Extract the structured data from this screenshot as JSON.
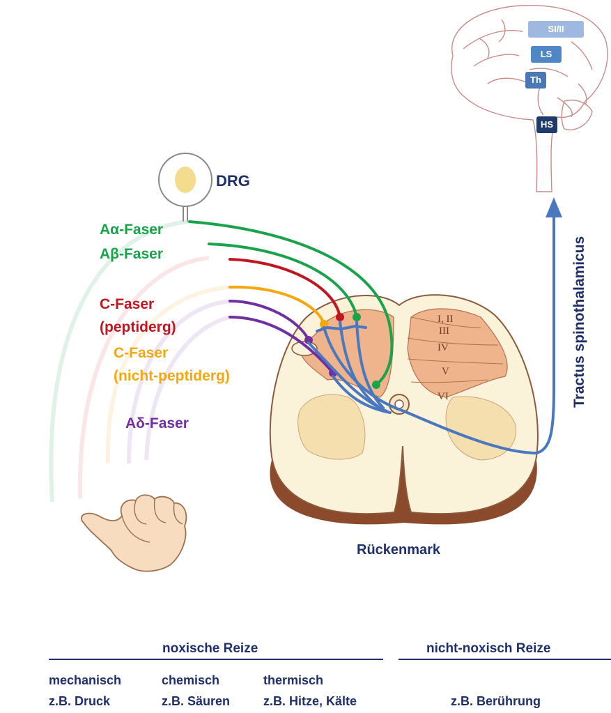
{
  "diagram": {
    "drg_label": "DRG",
    "spinal_cord_label": "Rückenmark",
    "tract_label": "Tractus spinothalamicus",
    "laminae": [
      "I, II",
      "III",
      "IV",
      "V",
      "VI"
    ],
    "brain_boxes": [
      {
        "label": "SI/II",
        "color": "#9fb8df"
      },
      {
        "label": "LS",
        "color": "#4f86c6"
      },
      {
        "label": "Th",
        "color": "#4a78b5"
      },
      {
        "label": "HS",
        "color": "#1f3b6b"
      }
    ],
    "fibers": [
      {
        "label": "Aα-Faser",
        "color": "#1aa34a"
      },
      {
        "label": "Aβ-Faser",
        "color": "#1aa34a"
      },
      {
        "label_line1": "C-Faser",
        "label_line2": "(peptiderg)",
        "color": "#c0161f"
      },
      {
        "label_line1": "C-Faser",
        "label_line2": "(nicht-peptiderg)",
        "color": "#f5a70f"
      },
      {
        "label": "Aδ-Faser",
        "color": "#7030a0"
      }
    ],
    "tract_color": "#4a78c0"
  },
  "stimuli": {
    "noxious_header": "noxische Reize",
    "nonnoxious_header": "nicht-noxisch Reize",
    "columns": [
      {
        "type": "mechanisch",
        "example": "z.B. Druck"
      },
      {
        "type": "chemisch",
        "example": "z.B. Säuren"
      },
      {
        "type": "thermisch",
        "example": "z.B. Hitze, Kälte"
      }
    ],
    "nonnoxious_example": "z.B. Berührung"
  }
}
